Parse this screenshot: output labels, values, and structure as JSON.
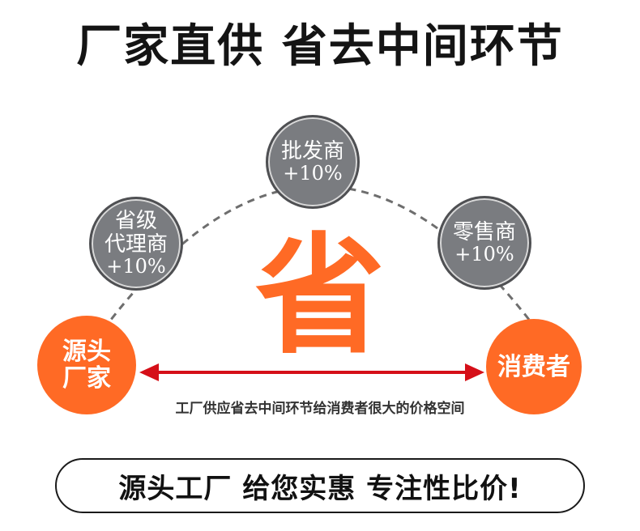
{
  "headline": "厂家直供 省去中间环节",
  "nodes": {
    "source": {
      "line1": "源头",
      "line2": "厂家"
    },
    "provincial": {
      "line1": "省级",
      "line2": "代理商",
      "markup": "+10%"
    },
    "wholesaler": {
      "line1": "批发商",
      "markup": "+10%"
    },
    "retailer": {
      "line1": "零售商",
      "markup": "+10%"
    },
    "consumer": {
      "line1": "消费者"
    }
  },
  "center_char": "省",
  "caption": "工厂供应省去中间环节给消费者很大的价格空间",
  "slogan": "源头工厂 给您实惠 专注性比价!",
  "colors": {
    "accent_orange": "#ff6a25",
    "node_gray": "#7a7c80",
    "arrow_red": "#d50f18",
    "dashed_arc": "#6e6e6e"
  }
}
